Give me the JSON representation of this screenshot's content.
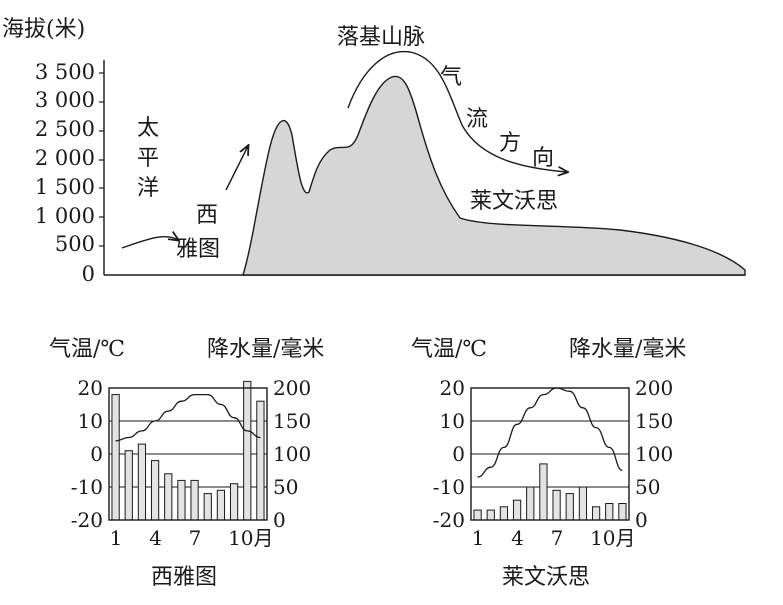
{
  "profile": {
    "y_axis_label": "海拔(米)",
    "y_ticks": [
      "3 500",
      "3 000",
      "2 500",
      "2 000",
      "1 500",
      "1 000",
      "500",
      "0"
    ],
    "mountain_label": "落基山脉",
    "airflow_label": [
      "气",
      "流",
      "方",
      "向"
    ],
    "ocean_label": [
      "太",
      "平",
      "洋"
    ],
    "city_west": [
      "西",
      "雅图"
    ],
    "city_east": "莱文沃思",
    "terrain_fill": "#d6d6d6"
  },
  "chart_data": [
    {
      "type": "bar",
      "title": "西雅图",
      "y_left_label": "气温/℃",
      "y_right_label": "降水量/毫米",
      "y_left_ticks": [
        "20",
        "10",
        "0",
        "-10",
        "-20"
      ],
      "y_right_ticks": [
        "200",
        "150",
        "100",
        "50",
        "0"
      ],
      "x_ticks": [
        "1",
        "4",
        "7",
        "10月"
      ],
      "ylim_left": [
        -20,
        20
      ],
      "ylim_right": [
        0,
        200
      ],
      "months": [
        1,
        2,
        3,
        4,
        5,
        6,
        7,
        8,
        9,
        10,
        11,
        12
      ],
      "precip": [
        190,
        105,
        115,
        90,
        70,
        60,
        60,
        40,
        45,
        55,
        210,
        180
      ],
      "temp": [
        4,
        5,
        7,
        10,
        13,
        16,
        18,
        18,
        15,
        11,
        7,
        5
      ]
    },
    {
      "type": "bar",
      "title": "莱文沃思",
      "y_left_label": "气温/℃",
      "y_right_label": "降水量/毫米",
      "y_left_ticks": [
        "20",
        "10",
        "0",
        "-10",
        "-20"
      ],
      "y_right_ticks": [
        "200",
        "150",
        "100",
        "50",
        "0"
      ],
      "x_ticks": [
        "1",
        "4",
        "7",
        "10月"
      ],
      "ylim_left": [
        -20,
        20
      ],
      "ylim_right": [
        0,
        200
      ],
      "months": [
        1,
        2,
        3,
        4,
        5,
        6,
        7,
        8,
        9,
        10,
        11,
        12
      ],
      "precip": [
        15,
        15,
        20,
        30,
        50,
        85,
        45,
        40,
        50,
        20,
        25,
        25
      ],
      "temp": [
        -7,
        -4,
        2,
        9,
        14,
        18,
        20,
        19,
        14,
        8,
        2,
        -5
      ]
    }
  ]
}
